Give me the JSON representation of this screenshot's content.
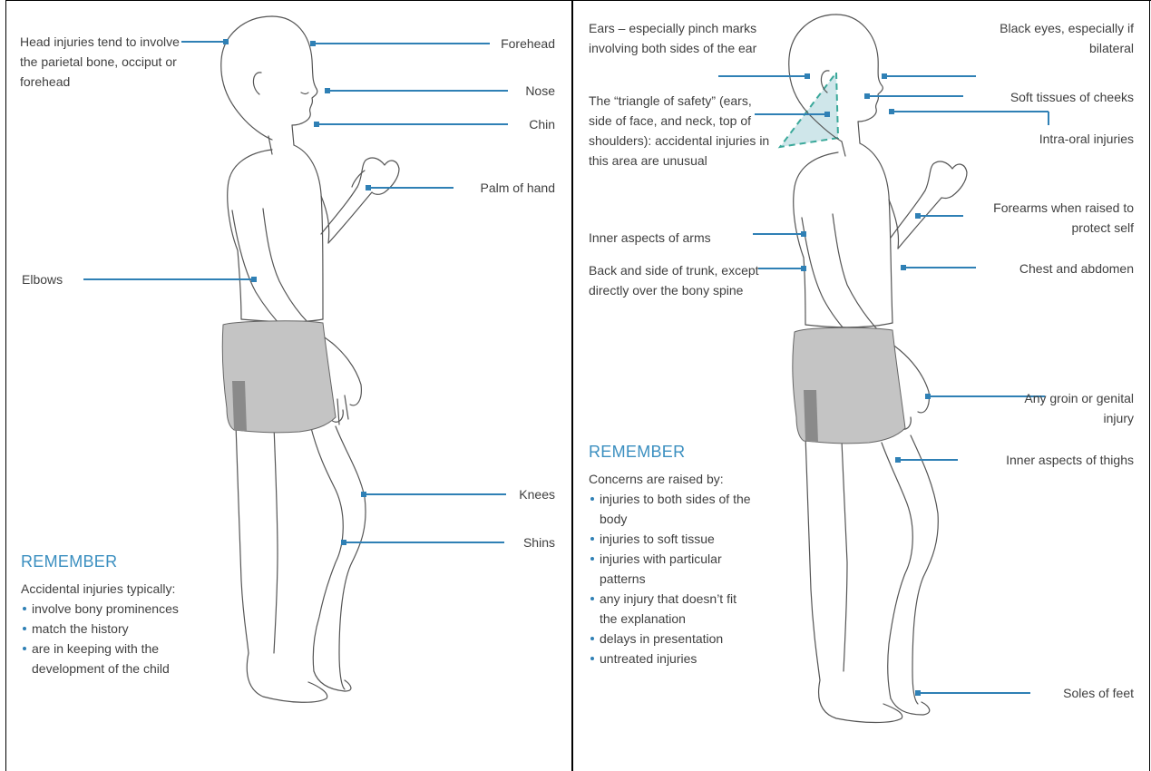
{
  "left_panel": {
    "labels": {
      "head": "Head injuries tend to involve the parietal bone, occiput or forehead",
      "forehead": "Forehead",
      "nose": "Nose",
      "chin": "Chin",
      "palm": "Palm of hand",
      "elbows": "Elbows",
      "knees": "Knees",
      "shins": "Shins"
    },
    "remember": {
      "heading": "REMEMBER",
      "intro": "Accidental injuries typically:",
      "items": [
        "involve bony prominences",
        "match the history",
        "are in keeping with the development of the child"
      ]
    }
  },
  "right_panel": {
    "labels": {
      "ears": "Ears – especially pinch marks involving both sides of the ear",
      "triangle": "The “triangle of safety” (ears, side of face, and neck, top of shoulders): accidental injuries in this area are unusual",
      "inner_arms": "Inner aspects of arms",
      "trunk": "Back and side of trunk, except directly over the bony spine",
      "black_eyes": "Black eyes, especially if bilateral",
      "cheeks": "Soft tissues of cheeks",
      "intra_oral": "Intra-oral injuries",
      "forearms": "Forearms when raised to protect self",
      "chest": "Chest and abdomen",
      "groin": "Any groin or genital injury",
      "thighs": "Inner aspects of thighs",
      "soles": "Soles of feet"
    },
    "remember": {
      "heading": "REMEMBER",
      "intro": "Concerns are raised by:",
      "items": [
        "injuries to both sides of the body",
        "injuries to soft tissue",
        "injuries with particular patterns",
        "any injury that doesn’t fit the explanation",
        "delays in presentation",
        "untreated injuries"
      ]
    }
  },
  "colors": {
    "leader": "#2f80b5",
    "heading": "#3b8fc0",
    "shorts": "#c4c4c4",
    "safety_triangle": "#cfe6ea",
    "text": "#3f3f3f"
  }
}
